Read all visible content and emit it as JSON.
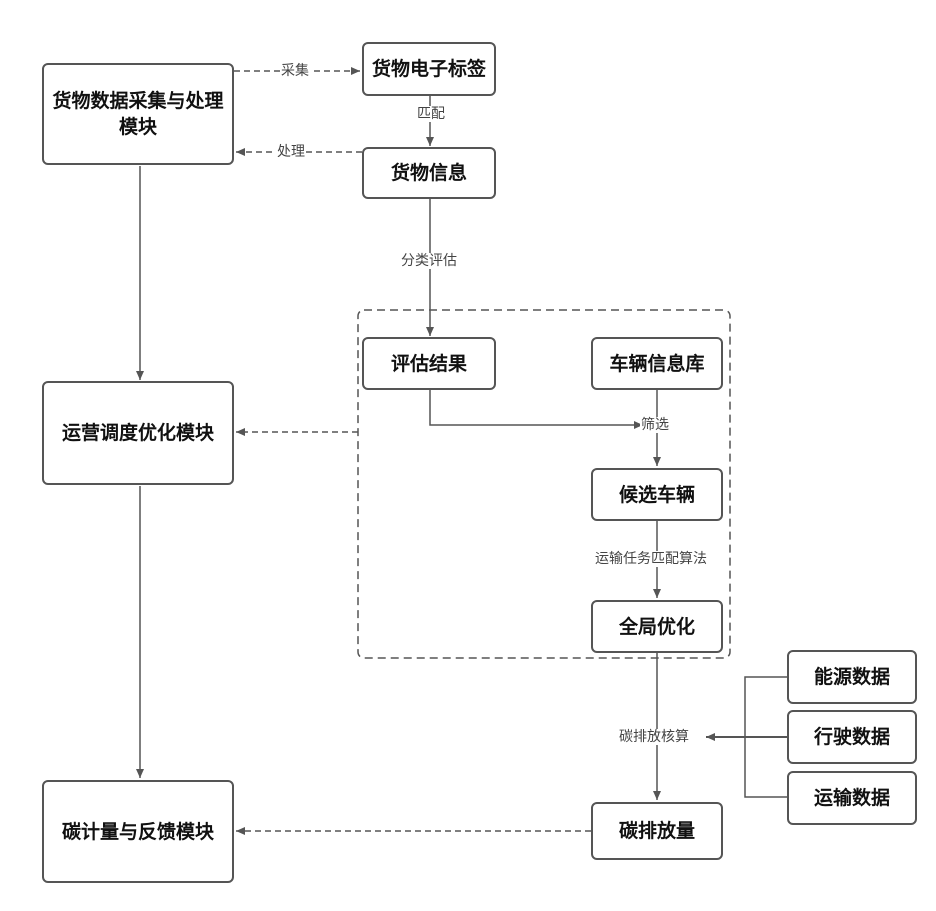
{
  "nodes": {
    "cargo_module": "货物数据采集与处理模块",
    "electronic_tag": "货物电子标签",
    "cargo_info": "货物信息",
    "eval_result": "评估结果",
    "vehicle_db": "车辆信息库",
    "candidate_vehicles": "候选车辆",
    "global_opt": "全局优化",
    "ops_module": "运营调度优化模块",
    "carbon_module": "碳计量与反馈模块",
    "carbon_emission": "碳排放量",
    "energy_data": "能源数据",
    "driving_data": "行驶数据",
    "transport_data": "运输数据"
  },
  "edge_labels": {
    "collect": "采集",
    "match": "匹配",
    "process": "处理",
    "classify": "分类评估",
    "filter": "筛选",
    "algorithm": "运输任务匹配算法",
    "carbon_calc": "碳排放核算"
  }
}
